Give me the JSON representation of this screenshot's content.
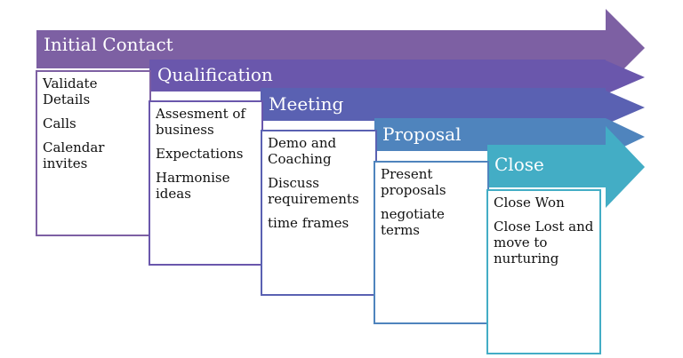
{
  "stages": [
    {
      "title": "Initial Contact",
      "color": "#7d60a3",
      "items": [
        "Validate Details",
        "Calls",
        "Calendar invites"
      ]
    },
    {
      "title": "Qualification",
      "color": "#6a57ac",
      "items": [
        "Assesment of business",
        "Expectations",
        "Harmonise ideas"
      ]
    },
    {
      "title": "Meeting",
      "color": "#5a61b2",
      "items": [
        "Demo and Coaching",
        "Discuss requirements",
        "time frames"
      ]
    },
    {
      "title": "Proposal",
      "color": "#4f84bd",
      "items": [
        "Present proposals",
        "negotiate terms"
      ]
    },
    {
      "title": "Close",
      "color": "#43adc5",
      "items": [
        "Close Won",
        "Close Lost and move to nurturing"
      ]
    }
  ]
}
